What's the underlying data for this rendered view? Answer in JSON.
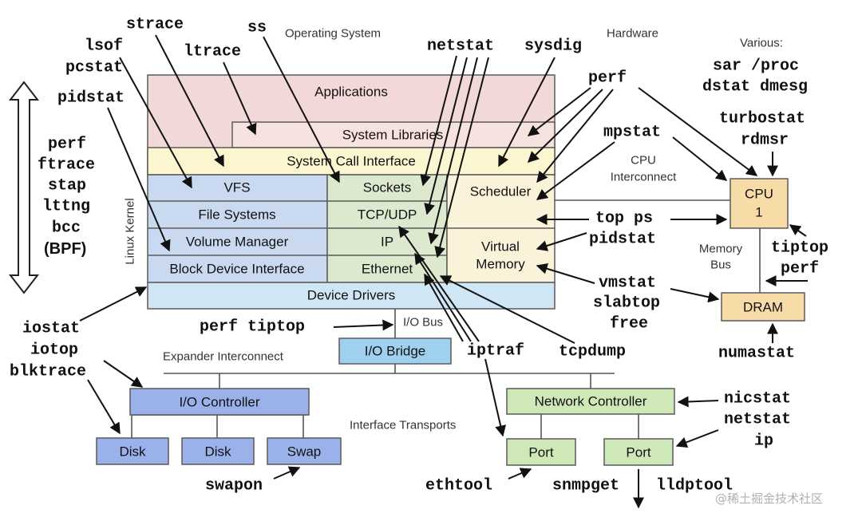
{
  "headers": {
    "os": "Operating System",
    "hardware": "Hardware",
    "various": "Various:"
  },
  "stack": {
    "applications": "Applications",
    "system_libraries": "System Libraries",
    "syscall": "System Call Interface",
    "vfs": "VFS",
    "file_systems": "File Systems",
    "volume_manager": "Volume Manager",
    "block_device": "Block Device Interface",
    "sockets": "Sockets",
    "tcp_udp": "TCP/UDP",
    "ip": "IP",
    "ethernet": "Ethernet",
    "scheduler": "Scheduler",
    "virtual_memory_1": "Virtual",
    "virtual_memory_2": "Memory",
    "device_drivers": "Device Drivers",
    "linux_kernel": "Linux Kernel"
  },
  "hw": {
    "cpu_1": "CPU",
    "cpu_2": "1",
    "dram": "DRAM",
    "io_bridge": "I/O Bridge",
    "io_controller": "I/O Controller",
    "disk1": "Disk",
    "disk2": "Disk",
    "swap": "Swap",
    "network_controller": "Network Controller",
    "port1": "Port",
    "port2": "Port",
    "io_bus": "I/O Bus",
    "expander": "Expander Interconnect",
    "interface_transports": "Interface Transports",
    "cpu_interconnect_1": "CPU",
    "cpu_interconnect_2": "Interconnect",
    "memory_bus_1": "Memory",
    "memory_bus_2": "Bus"
  },
  "tools": {
    "strace": "strace",
    "ss": "ss",
    "lsof": "lsof",
    "pcstat": "pcstat",
    "ltrace": "ltrace",
    "pidstat_left": "pidstat",
    "netstat_top": "netstat",
    "sysdig": "sysdig",
    "perf_top": "perf",
    "mpstat": "mpstat",
    "sar_proc": "sar /proc",
    "dstat_dmesg": "dstat dmesg",
    "turbostat": "turbostat",
    "rdmsr": "rdmsr",
    "perf_left": "perf",
    "ftrace": "ftrace",
    "stap": "stap",
    "lttng": "lttng",
    "bcc": "bcc",
    "bpf": "(BPF)",
    "top_ps": "top ps",
    "pidstat_mid": "pidstat",
    "tiptop_r": "tiptop",
    "perf_r": "perf",
    "vmstat": "vmstat",
    "slabtop": "slabtop",
    "free": "free",
    "perf_tiptop": "perf tiptop",
    "iptraf": "iptraf",
    "tcpdump": "tcpdump",
    "numastat": "numastat",
    "iostat": "iostat",
    "iotop": "iotop",
    "blktrace": "blktrace",
    "nicstat": "nicstat",
    "netstat_r": "netstat",
    "ip_r": "ip",
    "swapon": "swapon",
    "ethtool": "ethtool",
    "snmpget": "snmpget",
    "lldptool": "lldptool"
  },
  "watermark": "@稀土掘金技术社区",
  "colors": {
    "applications": "#f2d8d8",
    "system_libraries": "#f6e3df",
    "syscall": "#fbf6cf",
    "storage": "#c9d9f0",
    "network": "#dde9cf",
    "cpu_mem": "#fbf2da",
    "device_drivers": "#cfe6f5",
    "cpu": "#f7dca8",
    "dram": "#f7dca8",
    "io_bridge": "#9fd0ee",
    "io_controller": "#9bb1ea",
    "disk": "#9bb1ea",
    "net_controller": "#cfe8b7",
    "port": "#cfe8b7"
  }
}
